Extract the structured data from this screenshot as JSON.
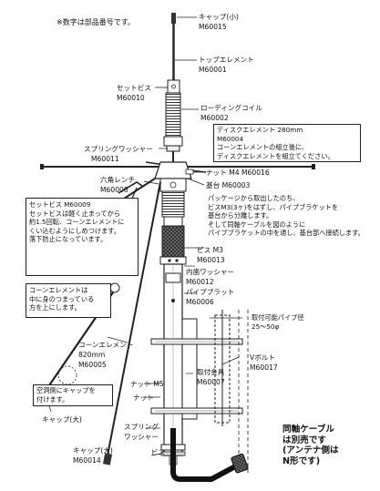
{
  "header_note": "※数字は部品番号です。",
  "parts": {
    "cap_small": {
      "name": "キャップ(小)",
      "code": "M60015"
    },
    "top_element": {
      "name": "トップエレメント",
      "code": "M60001"
    },
    "set_screw": {
      "name": "セットビス",
      "code": "M60010"
    },
    "loading_coil": {
      "name": "ローディングコイル",
      "code": "M60002"
    },
    "disk_element": {
      "name": "ディスクエレメント 280mm",
      "code": "M60004"
    },
    "spring_washer": {
      "name": "スプリングワッシャー",
      "code": "M60011"
    },
    "nut_m4": {
      "name": "ナット M4",
      "code": "M60016"
    },
    "hex_wrench": {
      "name": "六角レンチ",
      "code": "M60008"
    },
    "base": {
      "name": "基台",
      "code": "M60003"
    },
    "set_screw_m60009": {
      "name": "セットビス",
      "code": "M60009"
    },
    "screw_m3": {
      "name": "ビス M3",
      "code": "M60013"
    },
    "inner_washer": {
      "name": "内歯ワッシャー",
      "code": "M60012"
    },
    "pipe_plate": {
      "name": "パイププラット",
      "code": "M60006"
    },
    "cone_element": {
      "name": "コーンエレメント",
      "length": "820mm",
      "code": "M60005"
    },
    "mount_bracket": {
      "name": "取付金具",
      "code": "M60007"
    },
    "v_bolt": {
      "name": "Vボルト",
      "code": "M60017"
    },
    "cap_large_a": {
      "name": "キャップ(大)"
    },
    "cap_large_b": {
      "name": "キャップ(大)",
      "code": "M60014"
    },
    "nut_m5": {
      "name": "ナット M5"
    },
    "nut": {
      "name": "ナット"
    },
    "spring_washer2": {
      "name": "スプリング",
      "name2": "ワッシャー"
    },
    "screw": {
      "name": "ビス"
    }
  },
  "notes": {
    "disk": [
      "コーンエレメントの組立後に、",
      "ディスクエレメントを組立てください。"
    ],
    "package": [
      "パッケージから取出したのち、",
      "ビスM3(3ヶ)をはずし、パイプブラケットを",
      "基台から分離します。",
      "そして同軸ケーブルを図のように",
      "パイプブラケットの中を通し、基台部へ接続します。"
    ],
    "set_screw_box": [
      "セットビス M60009",
      "セットビスは軽く止まってから",
      "約1.5回転、コーンエレメントに",
      "くい込むようにしめつけます。",
      "落下防止になっています。"
    ],
    "cone_box": [
      "コーンエレメントは",
      "中に身のつまっている",
      "方を上にします。"
    ],
    "gap_box": [
      "空洞側にキャップを",
      "付けます。"
    ],
    "pipe_dia": [
      "取付可能パイプ径",
      "25～50φ"
    ],
    "cable": [
      "同軸ケーブル",
      "は別売です",
      "(アンテナ側は",
      "N形です)"
    ]
  }
}
